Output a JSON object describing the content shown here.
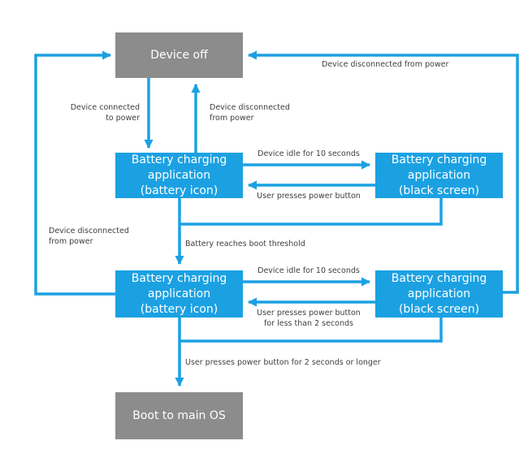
{
  "colors": {
    "arrow": "#1ba1e2",
    "state_active": "#1ba1e2",
    "state_terminal": "#8c8c8c",
    "label_text": "#404040"
  },
  "nodes": {
    "device_off": "Device off",
    "charging_icon_1": [
      "Battery charging",
      "application",
      "(battery icon)"
    ],
    "charging_black_1": [
      "Battery charging",
      "application",
      "(black screen)"
    ],
    "charging_icon_2": [
      "Battery charging",
      "application",
      "(battery icon)"
    ],
    "charging_black_2": [
      "Battery charging",
      "application",
      "(black screen)"
    ],
    "boot_main_os": "Boot to main OS"
  },
  "edges": {
    "connected_to_power": [
      "Device connected",
      "to power"
    ],
    "disconnected_mid": [
      "Device disconnected",
      "from power"
    ],
    "disconnected_top_right": "Device disconnected from power",
    "disconnected_left": [
      "Device disconnected",
      "from power"
    ],
    "idle_1": "Device idle for 10 seconds",
    "press_power_1": "User presses power button",
    "boot_threshold": "Battery reaches boot threshold",
    "idle_2": "Device idle for 10 seconds",
    "press_power_2": [
      "User presses power button",
      "for less than 2 seconds"
    ],
    "press_power_long": "User presses power button for 2 seconds or longer"
  }
}
